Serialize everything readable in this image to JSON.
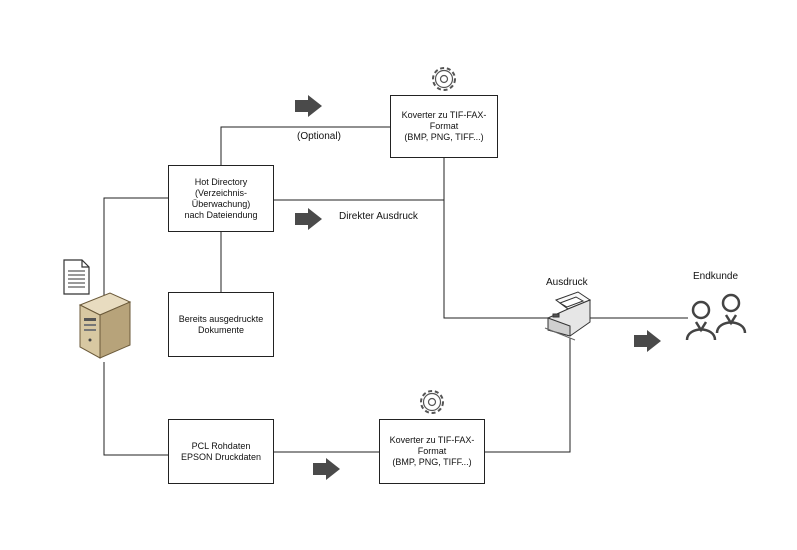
{
  "nodes": {
    "hot_directory": "Hot Directory\n(Verzeichnis-\nÜberwachung)\nnach Dateiendung",
    "printed_docs": "Bereits ausgedruckte\nDokumente",
    "pcl_data": "PCL Rohdaten\nEPSON Druckdaten",
    "converter_top": "Koverter zu TIF-FAX-\nFormat\n(BMP, PNG, TIFF...)",
    "converter_bottom": "Koverter zu TIF-FAX-\nFormat\n(BMP, PNG, TIFF...)"
  },
  "labels": {
    "optional": "(Optional)",
    "direct_print": "Direkter Ausdruck",
    "printout": "Ausdruck",
    "end_customer": "Endkunde"
  },
  "icons": [
    "document-icon",
    "server-icon",
    "gear-icon",
    "printer-icon",
    "users-icon",
    "arrow-right-icon"
  ],
  "colors": {
    "line": "#222222",
    "arrow": "#4a4a4a",
    "server": "#c9b894"
  }
}
